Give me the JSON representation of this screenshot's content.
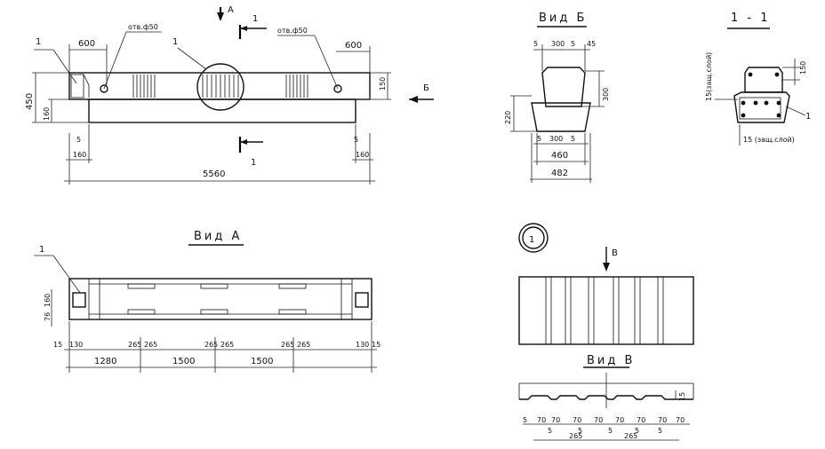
{
  "views": {
    "view_a_title": "Вид А",
    "view_b_title": "Вид Б",
    "section_title": "1 - 1",
    "detail_number": "1",
    "view_v_title": "Вид В"
  },
  "markers": {
    "arrow_a": "А",
    "arrow_b": "Б",
    "arrow_v": "В",
    "cut_1_top": "1",
    "cut_1_bottom": "1",
    "leader_1": "1",
    "leader_1_detail": "1",
    "leader_1_viewa": "1",
    "leader_1_section": "1"
  },
  "main_elevation": {
    "hole_left": "отв.ф50",
    "hole_right": "отв.ф50",
    "dim_600_left": "600",
    "dim_600_right": "600",
    "dim_450": "450",
    "dim_160_left_v": "160",
    "dim_150_right_v": "150",
    "dim_5_left": "5",
    "dim_5_right": "5",
    "dim_160_left": "160",
    "dim_160_right": "160",
    "dim_total": "5560"
  },
  "view_b": {
    "top_5a": "5",
    "top_300": "300",
    "top_5b": "5",
    "top_45": "45",
    "h_300": "300",
    "h_220": "220",
    "bot_5a": "5",
    "bot_300": "300",
    "bot_5b": "5",
    "w_460": "460",
    "w_482": "482"
  },
  "section_1_1": {
    "left_note": "15(защ.слой)",
    "bottom_note": "15 (защ.слой)",
    "right_dim": "150"
  },
  "view_a": {
    "v_76": "76",
    "v_160": "160",
    "d_15_left": "15",
    "d_130_left": "130",
    "d_265_1": "265",
    "d_265_2": "265",
    "d_265_3": "265",
    "d_265_4": "265",
    "d_265_5": "265",
    "d_265_6": "265",
    "d_130_right": "130",
    "d_15_right": "15",
    "d_1280": "1280",
    "d_1500_a": "1500",
    "d_1500_b": "1500"
  },
  "view_v": {
    "h_15": "15",
    "row1": [
      "5",
      "70",
      "70",
      "70",
      "70",
      "70",
      "70",
      "70",
      "70"
    ],
    "row2": [
      "5",
      "5",
      "5",
      "5",
      "5"
    ],
    "w_265_a": "265",
    "w_265_b": "265"
  }
}
